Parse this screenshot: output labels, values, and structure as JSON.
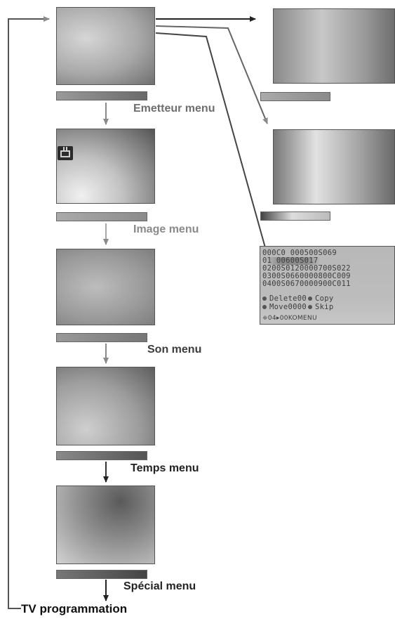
{
  "menus": [
    {
      "label": "Emetteur menu"
    },
    {
      "label": "Image menu"
    },
    {
      "label": "Son menu"
    },
    {
      "label": "Temps menu"
    },
    {
      "label": "Spécial menu"
    }
  ],
  "footer_label": "TV programmation",
  "programme_list": {
    "rows": [
      "000C0 000500S069",
      "01 00600S017",
      "0200S0120000700S022",
      "0300S0660000800C009",
      "0400S0670000900C011"
    ],
    "actions": [
      {
        "label": "Delete00",
        "icon": "dot",
        "label2": "Copy"
      },
      {
        "label": "Move0000",
        "icon": "dot",
        "label2": "Skip"
      }
    ],
    "footer": "≑04▸00KOMENU"
  },
  "icons": [
    "tv-icon",
    "arrow-down-icon",
    "arrow-right-icon"
  ],
  "colors": {
    "arrow_dark": "#222222",
    "arrow_light": "#a8a8a8",
    "label_dark": "#222222",
    "label_light": "#8a8a8a"
  }
}
